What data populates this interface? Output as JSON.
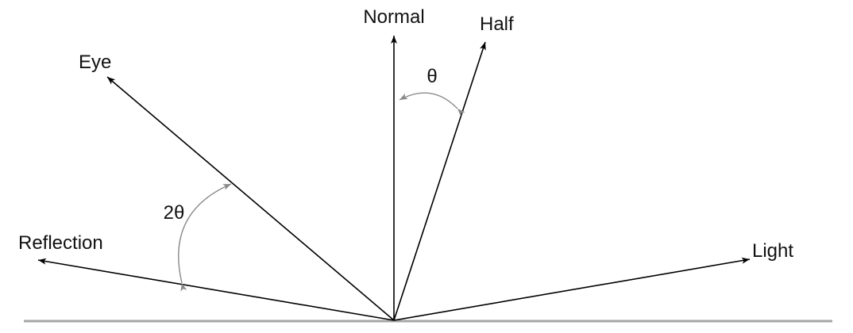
{
  "labels": {
    "normal": "Normal",
    "half": "Half",
    "eye": "Eye",
    "reflection": "Reflection",
    "light": "Light",
    "theta": "θ",
    "two_theta": "2θ"
  },
  "colors": {
    "vectors": "#000000",
    "angle_arcs": "#8a8a8a",
    "surface": "#a6a6a6",
    "text": "#111111"
  }
}
